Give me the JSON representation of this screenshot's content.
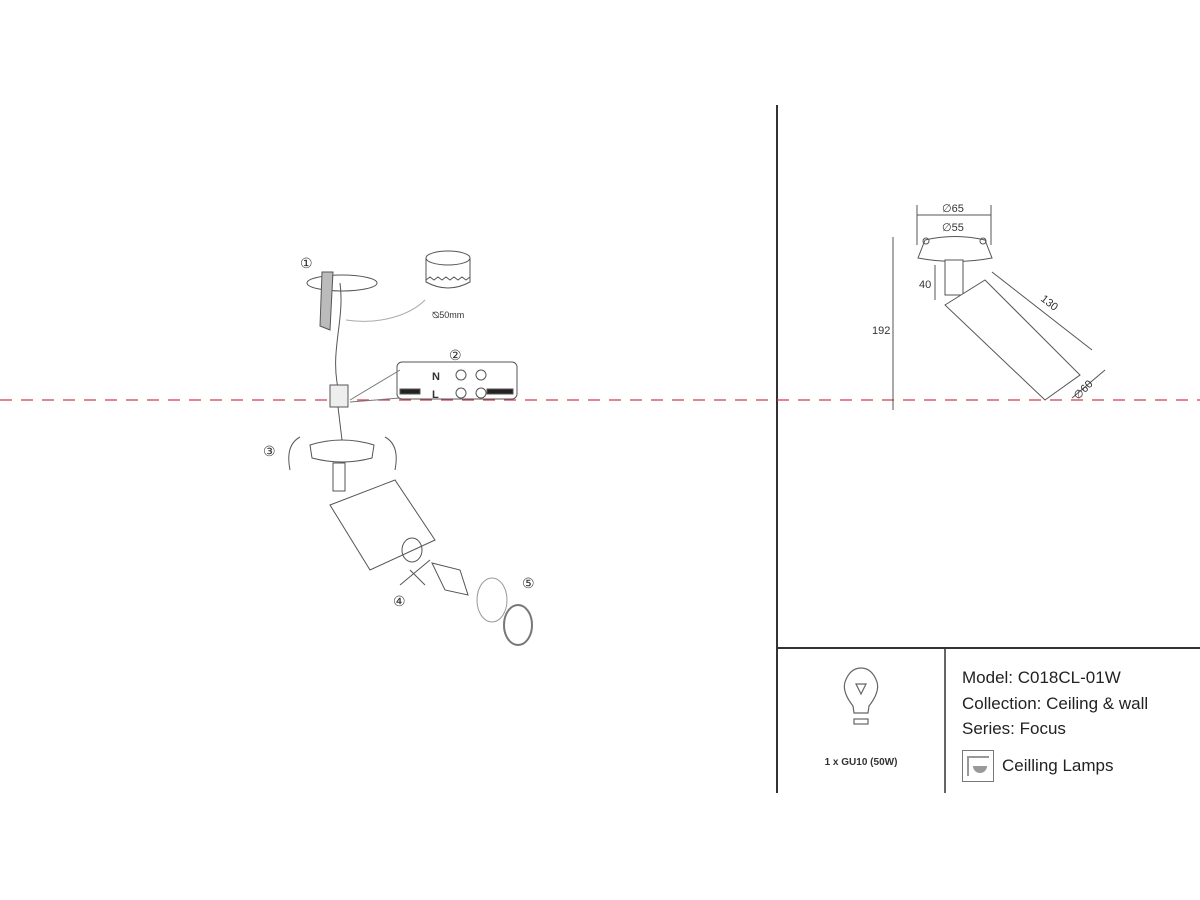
{
  "installation": {
    "steps": [
      "①",
      "②",
      "③",
      "④",
      "⑤"
    ],
    "hole_size": "⦰50mm",
    "terminal_n": "N",
    "terminal_l": "L"
  },
  "dimensions": {
    "outer_diameter": "∅65",
    "cutout_diameter": "∅55",
    "stem_height": "40",
    "body_length": "130",
    "total_height": "192",
    "body_diameter": "∅60"
  },
  "specs": {
    "bulb": "1 x GU10 (50W)",
    "model": "Model: C018CL-01W",
    "collection": "Collection: Ceiling & wall",
    "series": "Series: Focus",
    "category": "Ceilling Lamps"
  },
  "colors": {
    "guide_line": "#d23a4a",
    "frame": "#333333"
  }
}
